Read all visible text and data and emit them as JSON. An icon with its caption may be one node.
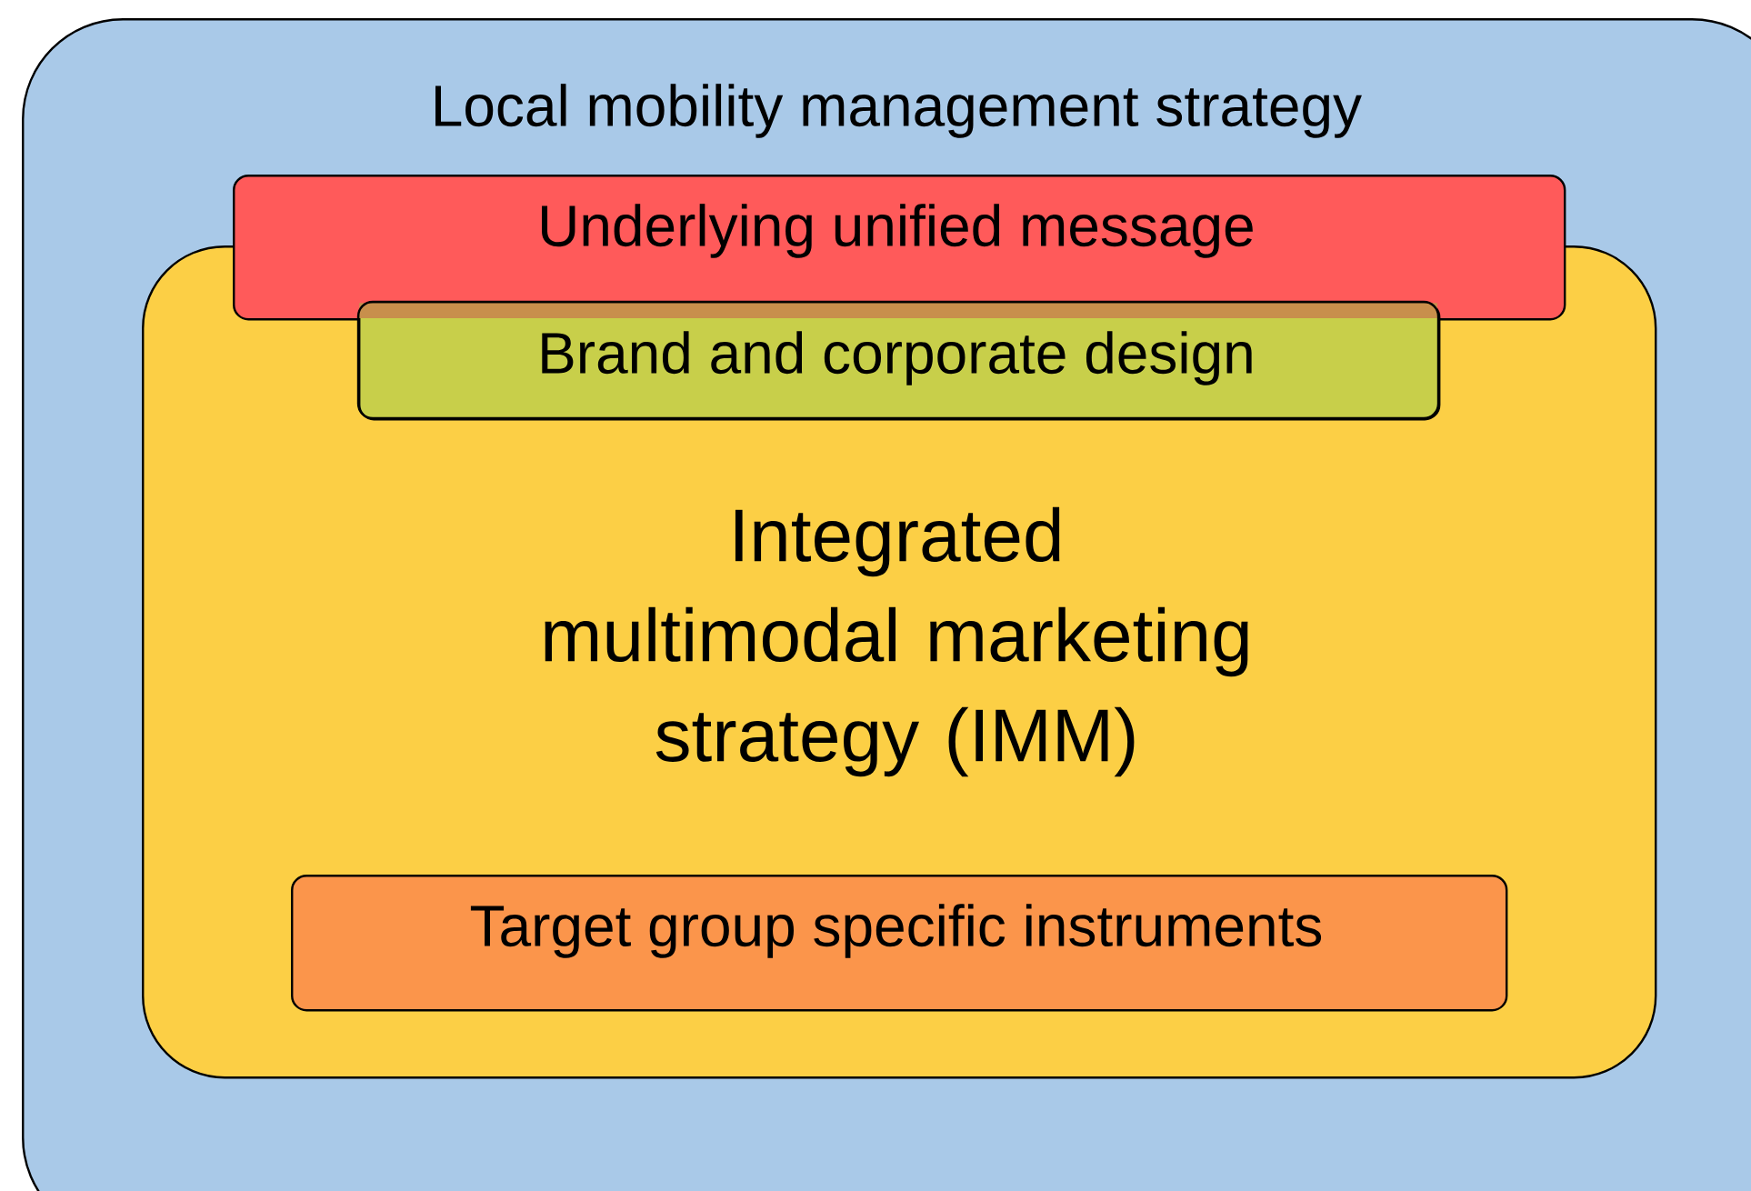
{
  "diagram": {
    "nodes": [
      {
        "text": [
          "Local mobility management strategy"
        ]
      },
      {
        "text": [
          "Underlying unified message"
        ],
        "in": 0
      },
      {
        "text": [
          "Integrated multimodal marketing strategy (IMM)"
        ],
        "in": 0
      },
      {
        "text": [
          "Brand and corporate design"
        ],
        "in": 2
      },
      {
        "text": [
          "Target group specific instruments"
        ],
        "in": 2
      }
    ]
  }
}
